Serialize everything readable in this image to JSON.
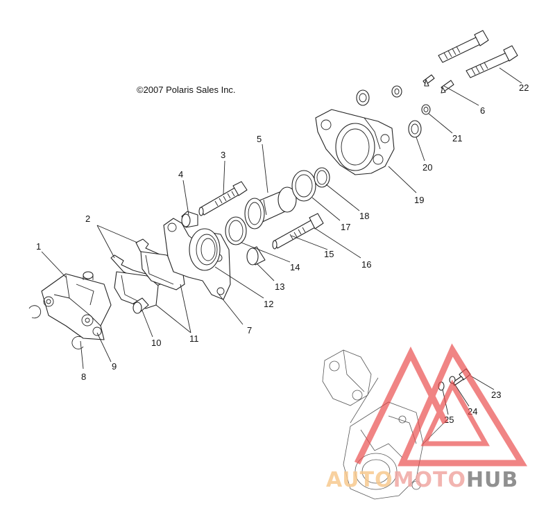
{
  "copyright": "©2007 Polaris Sales Inc.",
  "callouts": [
    "1",
    "2",
    "3",
    "4",
    "5",
    "6",
    "7",
    "8",
    "9",
    "10",
    "11",
    "12",
    "13",
    "14",
    "15",
    "16",
    "17",
    "18",
    "19",
    "20",
    "21",
    "22",
    "23",
    "24",
    "25"
  ],
  "watermark": {
    "part1": "AUTO",
    "part2": "MOTO",
    "part3": "HUB",
    "colors": {
      "auto": "#f7c98f",
      "moto": "#f0a7a3",
      "hub": "#7d7d7d",
      "triangle": "#e94b4b"
    }
  }
}
